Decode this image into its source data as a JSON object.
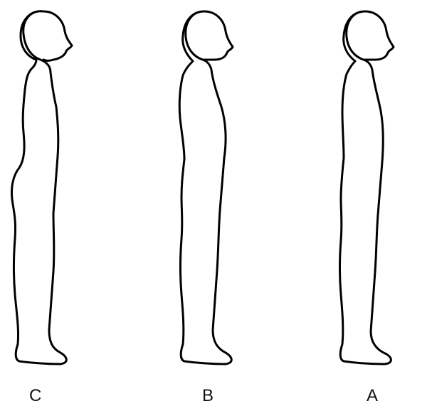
{
  "figures": [
    {
      "id": "c",
      "label": "C"
    },
    {
      "id": "b",
      "label": "B"
    },
    {
      "id": "a",
      "label": "A"
    }
  ],
  "colors": {
    "stroke": "#000000",
    "fill": "#ffffff",
    "background": "#ffffff"
  }
}
